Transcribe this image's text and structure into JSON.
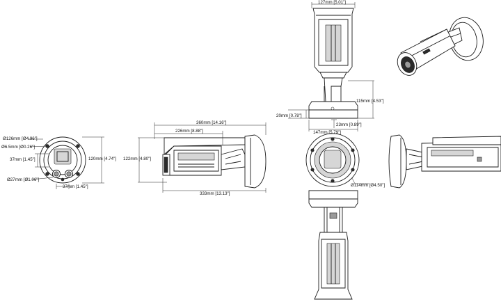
{
  "dimensions": {
    "top_width": "127mm [5.01\"]",
    "bracket_height": "115mm [4.53\"]",
    "plate_20": "20mm [0.78\"]",
    "plate_23": "23mm [0.89\"]",
    "base_width": "147mm [5.79\"]",
    "side_360": "360mm [14.16\"]",
    "side_226": "226mm [8.88\"]",
    "side_122": "122mm [4.80\"]",
    "side_333": "333mm [13.13\"]",
    "front_126": "Ø126mm [Ø4.96\"]",
    "front_6_5": "Ø6.5mm [Ø0.26\"]",
    "front_37_v": "37mm [1.45\"]",
    "front_27": "Ø27mm [Ø1.06\"]",
    "front_37_h": "37mm [1.45\"]",
    "front_120": "120mm [4.74\"]",
    "mount_114": "Ø114mm [Ø4.50\"]"
  }
}
